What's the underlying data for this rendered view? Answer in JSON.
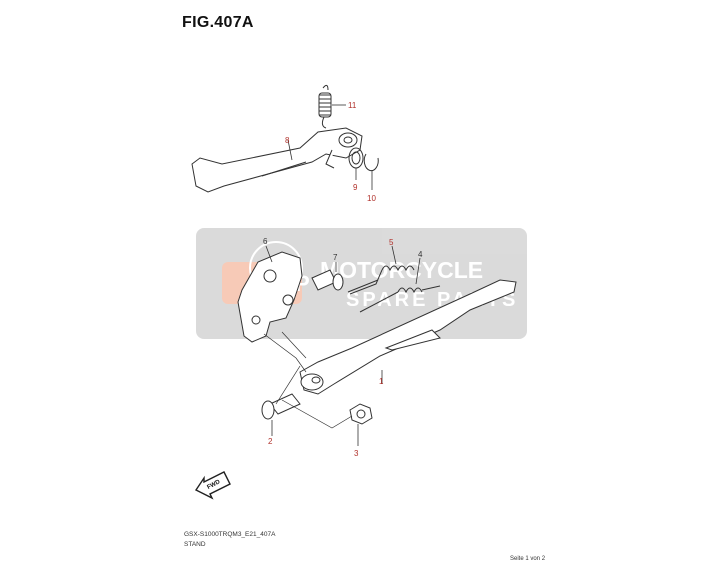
{
  "figure": {
    "title": "FIG.407A"
  },
  "callouts": {
    "c1": "1",
    "c2": "2",
    "c3": "3",
    "c4": "4",
    "c5": "5",
    "c6": "6",
    "c7": "7",
    "c8": "8",
    "c9": "9",
    "c10": "10",
    "c11": "11"
  },
  "direction_marker": {
    "label": "FWD",
    "icon": "forward-arrow-icon"
  },
  "watermark": {
    "line1": "MOTORCYCLE",
    "line2": "SPARE PARTS",
    "badge_text": "MSP",
    "colors": {
      "panel": "#c8c8c8",
      "badge": "#f0a080",
      "text": "#ffffff"
    }
  },
  "footer": {
    "code": "GSX-S1000TRQM3_E21_407A",
    "caption": "STAND",
    "page": "Seite 1 von 2"
  },
  "colors": {
    "callout_red": "#b0302a",
    "callout_dark": "#333333",
    "line": "#333333"
  }
}
